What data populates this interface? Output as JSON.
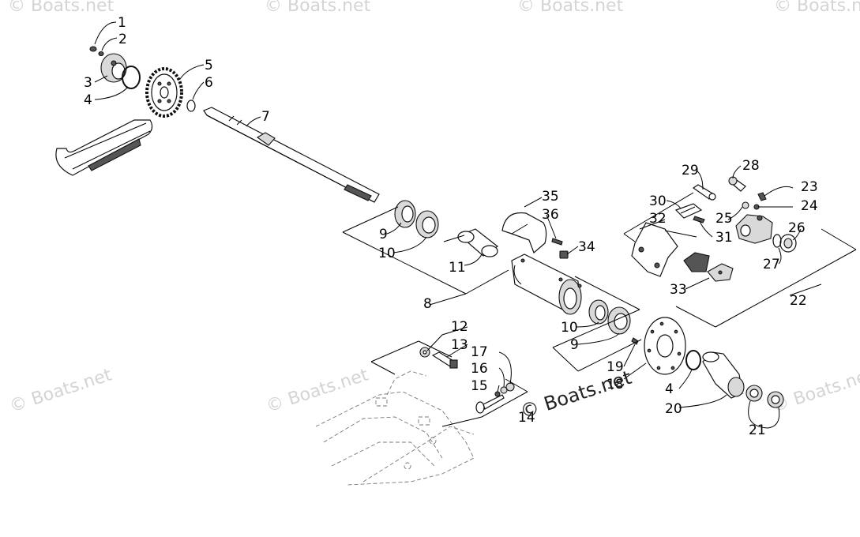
{
  "watermark": "© Boats.net",
  "callouts": [
    "1",
    "2",
    "3",
    "4",
    "5",
    "6",
    "7",
    "8",
    "9",
    "10",
    "11",
    "12",
    "13",
    "14",
    "15",
    "16",
    "17",
    "18",
    "19",
    "20",
    "21",
    "22",
    "23",
    "24",
    "25",
    "26",
    "27",
    "28",
    "29",
    "30",
    "31",
    "32",
    "33",
    "34",
    "35",
    "36"
  ],
  "duplicate_callouts": {
    "9b": "9",
    "10b": "10",
    "4b": "4"
  }
}
